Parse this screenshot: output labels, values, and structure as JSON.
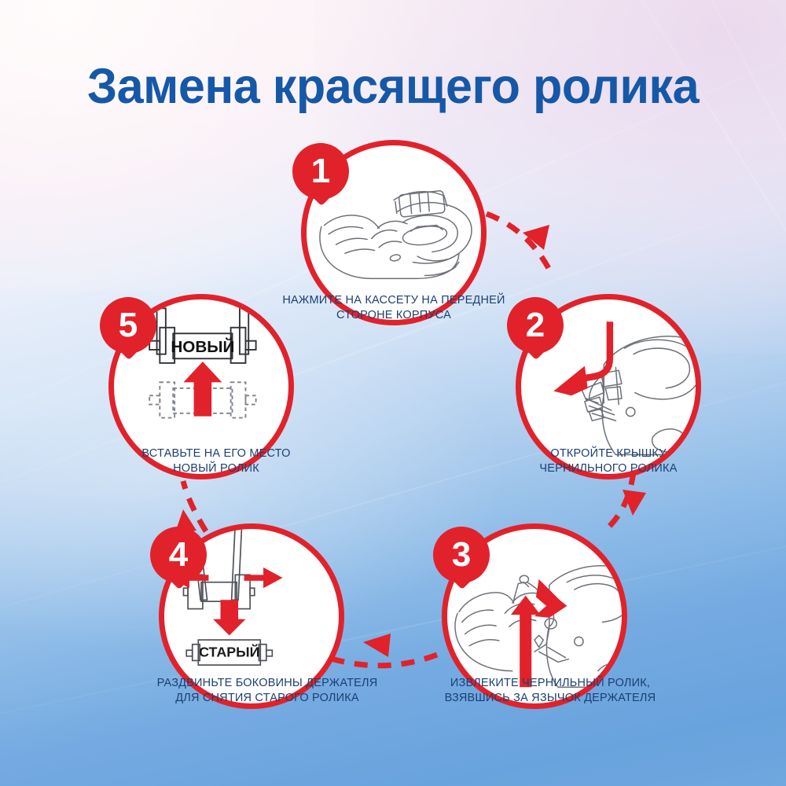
{
  "page": {
    "title": "Замена красящего ролика",
    "colors": {
      "title_blue": "#1658a8",
      "accent_red": "#e1222b",
      "caption_blue": "#1b3f73",
      "bg_top": "#fdf7f8",
      "bg_bottom": "#69a3dd",
      "circle_fill": "#ffffff",
      "line_art": "#5b5f66"
    }
  },
  "steps": [
    {
      "number": "1",
      "caption": "НАЖМИТЕ НА КАССЕТУ НА ПЕРЕДНЕЙ\nСТОРОНЕ КОРПУСА",
      "illustration": "hands-pressing-cassette"
    },
    {
      "number": "2",
      "caption": "ОТКРОЙТЕ КРЫШКУ\nЧЕРНИЛЬНОГО РОЛИКА",
      "illustration": "open-ink-roller-cover"
    },
    {
      "number": "3",
      "caption": "ИЗВЛЕКИТЕ ЧЕРНИЛЬНЫЙ РОЛИК,\nВЗЯВШИСЬ ЗА ЯЗЫЧОК ДЕРЖАТЕЛЯ",
      "illustration": "pull-roller-by-tab"
    },
    {
      "number": "4",
      "caption": "РАЗДВИНЬТЕ БОКОВИНЫ ДЕРЖАТЕЛЯ\nДЛЯ СНЯТИЯ СТАРОГО РОЛИКА",
      "illustration": "spread-holder-sides",
      "roller_label": "СТАРЫЙ"
    },
    {
      "number": "5",
      "caption": "ВСТАВЬТЕ НА ЕГО МЕСТО\nНОВЫЙ РОЛИК",
      "illustration": "insert-new-roller",
      "roller_label": "НОВЫЙ"
    }
  ],
  "connectors": [
    {
      "from": "1",
      "to": "2",
      "style": "dashed-arrow"
    },
    {
      "from": "2",
      "to": "3",
      "style": "dashed-arrow"
    },
    {
      "from": "3",
      "to": "4",
      "style": "dashed-arrow"
    },
    {
      "from": "4",
      "to": "5",
      "style": "dashed-arrow"
    }
  ]
}
